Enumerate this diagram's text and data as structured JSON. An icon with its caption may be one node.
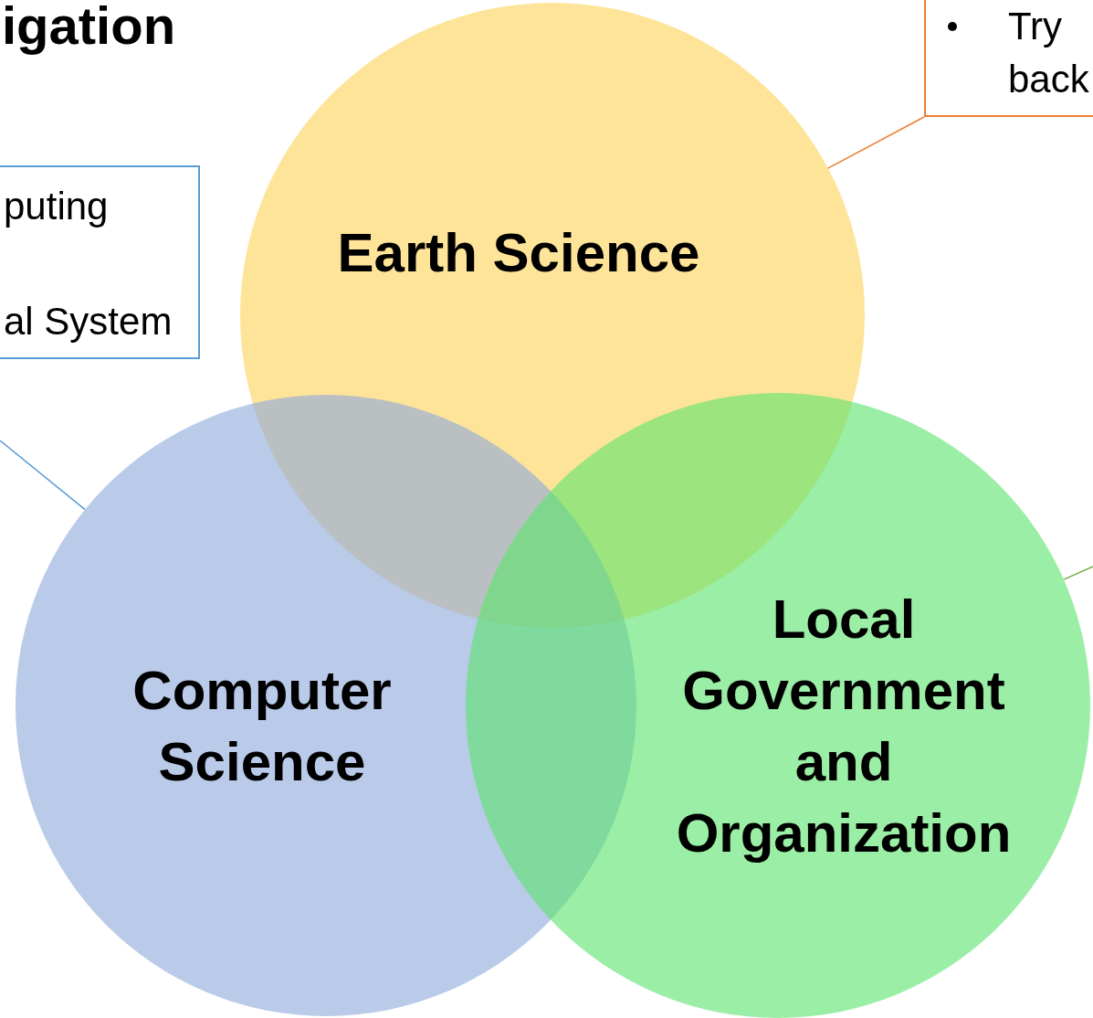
{
  "diagram": {
    "title": "igation",
    "nodes": [
      {
        "text": [
          "Earth Science"
        ]
      },
      {
        "text": [
          "Computer Science"
        ]
      },
      {
        "text": [
          "Local Government and Organization"
        ]
      },
      {
        "text": [
          "puting",
          "al System"
        ]
      },
      {
        "text": [
          "Try back"
        ]
      }
    ],
    "edges": [
      {
        "from": null,
        "to": 1,
        "arrow": "none",
        "color": "#5b9bd5"
      },
      {
        "from": 4,
        "to": 0,
        "arrow": "none",
        "color": "#ed7d31"
      },
      {
        "from": 2,
        "to": null,
        "arrow": "none",
        "color": "#70ad47"
      }
    ]
  }
}
